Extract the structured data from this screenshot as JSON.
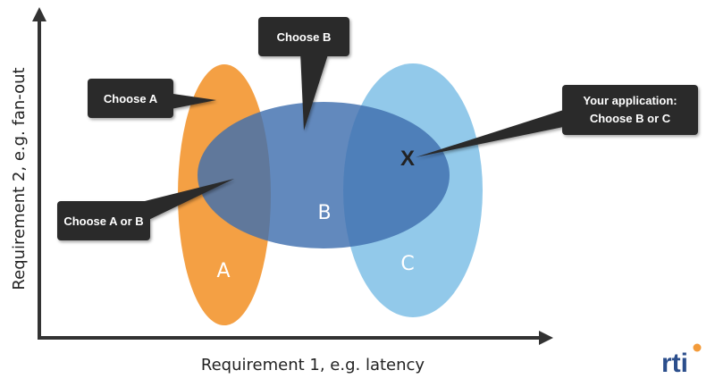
{
  "diagram": {
    "axes": {
      "x_label": "Requirement 1, e.g. latency",
      "y_label": "Requirement 2, e.g. fan-out"
    },
    "regions": [
      {
        "id": "A",
        "label": "A",
        "color": "#F39B3A"
      },
      {
        "id": "B",
        "label": "B",
        "color": "#3F6FAE"
      },
      {
        "id": "C",
        "label": "C",
        "color": "#7FBFE6"
      }
    ],
    "marker": {
      "label": "X"
    },
    "callouts": {
      "choose_a": "Choose A",
      "choose_b": "Choose B",
      "choose_a_or_b": "Choose A or B",
      "your_app_line1": "Your application:",
      "your_app_line2": "Choose B or C"
    },
    "callout_color": "#2A2A2A"
  },
  "logo": {
    "text": "rti",
    "color": "#2B4E8C",
    "accent": "#F39B3A"
  }
}
